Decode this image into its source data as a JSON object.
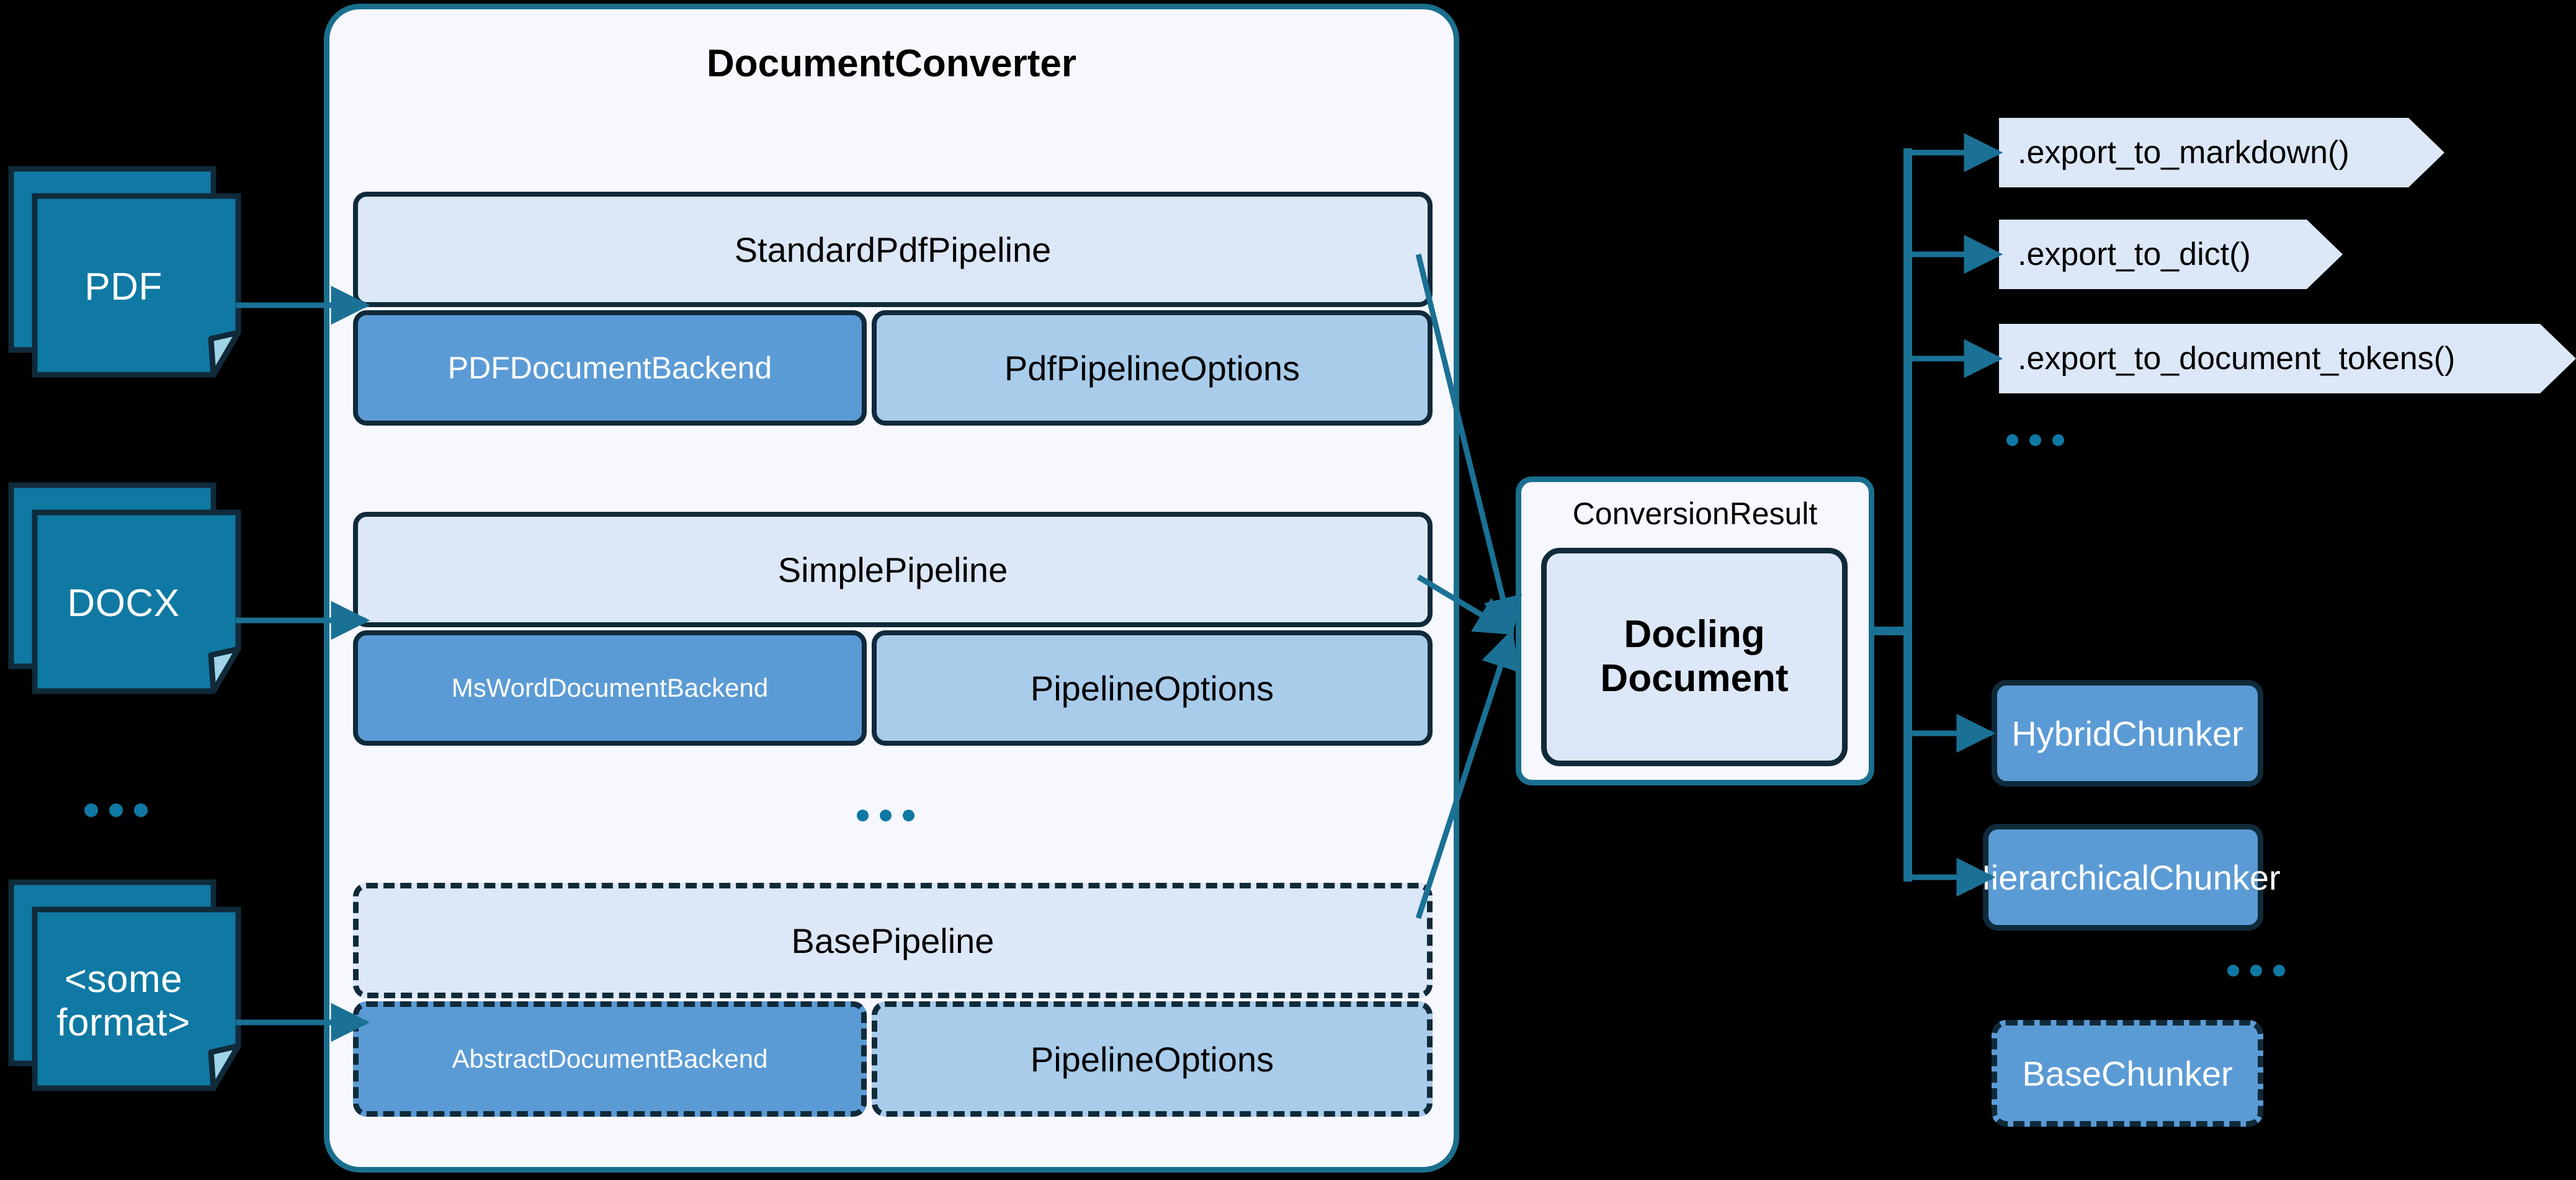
{
  "converter": {
    "title": "DocumentConverter",
    "pipelines": [
      {
        "name": "StandardPdfPipeline",
        "backend": "PDFDocumentBackend",
        "options": "PipelineOptions",
        "options_label": "PdfPipelineOptions",
        "abstract": false
      },
      {
        "name": "SimplePipeline",
        "backend": "MsWordDocumentBackend",
        "options_label": "PipelineOptions",
        "abstract": false
      },
      {
        "name": "BasePipeline",
        "backend": "AbstractDocumentBackend",
        "options_label": "PipelineOptions",
        "abstract": true
      }
    ],
    "more_indicator": "..."
  },
  "inputs": [
    {
      "label": "PDF"
    },
    {
      "label": "DOCX"
    },
    {
      "label_line1": "<some",
      "label_line2": "format>"
    }
  ],
  "inputs_more_indicator": "...",
  "result": {
    "label": "ConversionResult",
    "document_line1": "Docling",
    "document_line2": "Document"
  },
  "exports": [
    {
      "label": ".export_to_markdown()"
    },
    {
      "label": ".export_to_dict()"
    },
    {
      "label": ".export_to_document_tokens()"
    }
  ],
  "exports_more_indicator": "...",
  "chunkers": [
    {
      "label": "HybridChunker",
      "abstract": false
    },
    {
      "label": "HierarchicalChunker",
      "abstract": false
    },
    {
      "label": "BaseChunker",
      "abstract": true
    }
  ],
  "chunkers_more_indicator": "...",
  "colors": {
    "background": "#000000",
    "panel_fill": "#F7F8FE",
    "panel_border": "#1A6F8E",
    "pipeline_head_fill": "#DCE7F7",
    "backend_fill": "#5B9BD5",
    "options_fill": "#A9CCEB",
    "box_border": "#102A3A",
    "doc_icon_fill": "#0F79A3",
    "connector": "#1A7195",
    "ellipsis": "#0F79A3"
  }
}
